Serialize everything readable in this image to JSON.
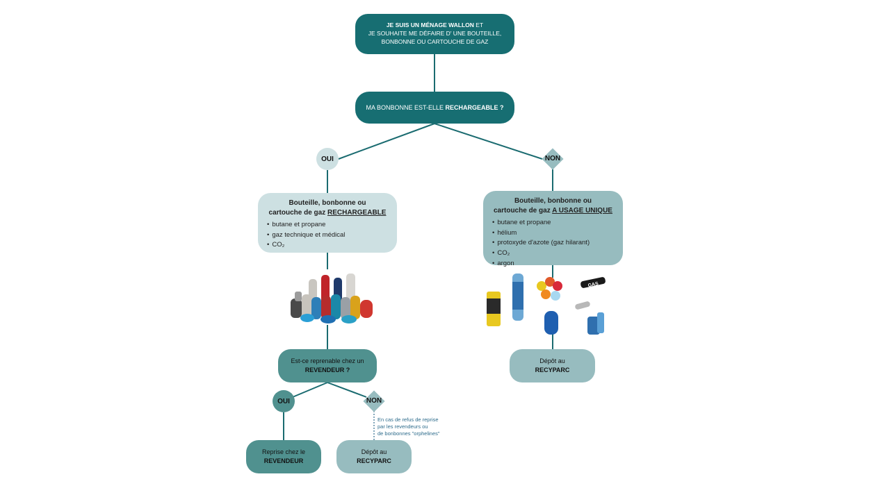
{
  "start": {
    "bold": "JE SUIS UN MÉNAGE WALLON",
    "line1_rest": " ET",
    "line2": "JE SOUHAITE  ME DÉFAIRE D' UNE BOUTEILLE,",
    "line3": "BONBONNE OU CARTOUCHE DE GAZ"
  },
  "question1": {
    "text": "MA BONBONNE EST-ELLE ",
    "bold": "RECHARGEABLE ?"
  },
  "branch_yes": "OUI",
  "branch_no": "NON",
  "rechargeable": {
    "title_line1": "Bouteille, bonbonne ou",
    "title_line2": "cartouche de gaz ",
    "title_underlined": "RECHARGEABLE",
    "items": [
      "butane et propane",
      "gaz technique et médical",
      "CO₂"
    ]
  },
  "single_use": {
    "title_line1": "Bouteille, bonbonne ou",
    "title_line2": "cartouche de gaz ",
    "title_underlined": "A USAGE UNIQUE",
    "items": [
      "butane et propane",
      "hélium",
      "protoxyde d'azote (gaz hilarant)",
      "CO₂",
      "argon"
    ]
  },
  "question2": {
    "line1": "Est-ce reprenable chez un",
    "bold": "REVENDEUR ?"
  },
  "branch2_yes": "OUI",
  "branch2_no": "NON",
  "note": {
    "line1": "En cas de refus de reprise",
    "line2": "par les revendeurs ou",
    "line3": "de bonbonnes \"orphelines\""
  },
  "result_reseller": {
    "line1": "Reprise chez le",
    "bold": "REVENDEUR"
  },
  "result_recyparc_left": {
    "line1": "Dépôt au",
    "bold": "RECYPARC"
  },
  "result_recyparc_right": {
    "line1": "Dépôt au",
    "bold": "RECYPARC"
  },
  "illustration_label": "GAS",
  "colors": {
    "dark_teal": "#176e72",
    "mid_teal": "#50918f",
    "light_teal": "#cde0e2",
    "gray_teal": "#97bcbf",
    "connector": "#1a6b70"
  }
}
